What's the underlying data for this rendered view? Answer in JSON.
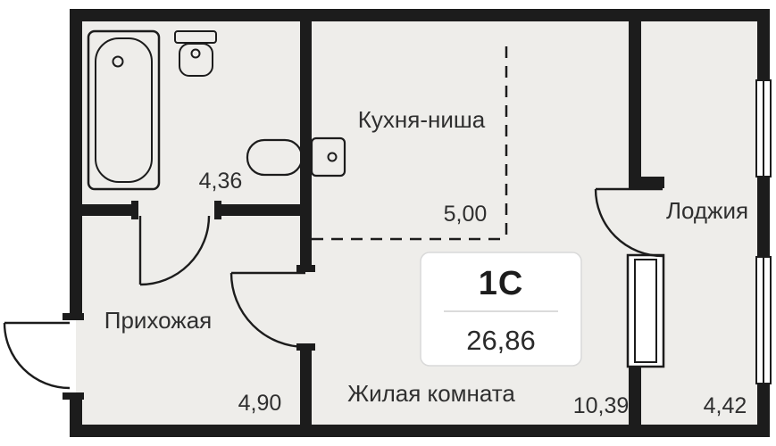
{
  "floorplan": {
    "unit": {
      "type": "1С",
      "total_area": "26,86"
    },
    "rooms": {
      "kitchen": {
        "name": "Кухня-ниша",
        "area": "5,00"
      },
      "bathroom": {
        "area": "4,36"
      },
      "hallway": {
        "name": "Прихожая",
        "area": "4,90"
      },
      "living": {
        "name": "Жилая комната",
        "area": "10,39"
      },
      "loggia": {
        "name": "Лоджия",
        "area": "4,42"
      }
    },
    "colors": {
      "wall": "#1c1c1c",
      "floor": "#eeedea",
      "card_border": "#d9d9d9"
    }
  }
}
